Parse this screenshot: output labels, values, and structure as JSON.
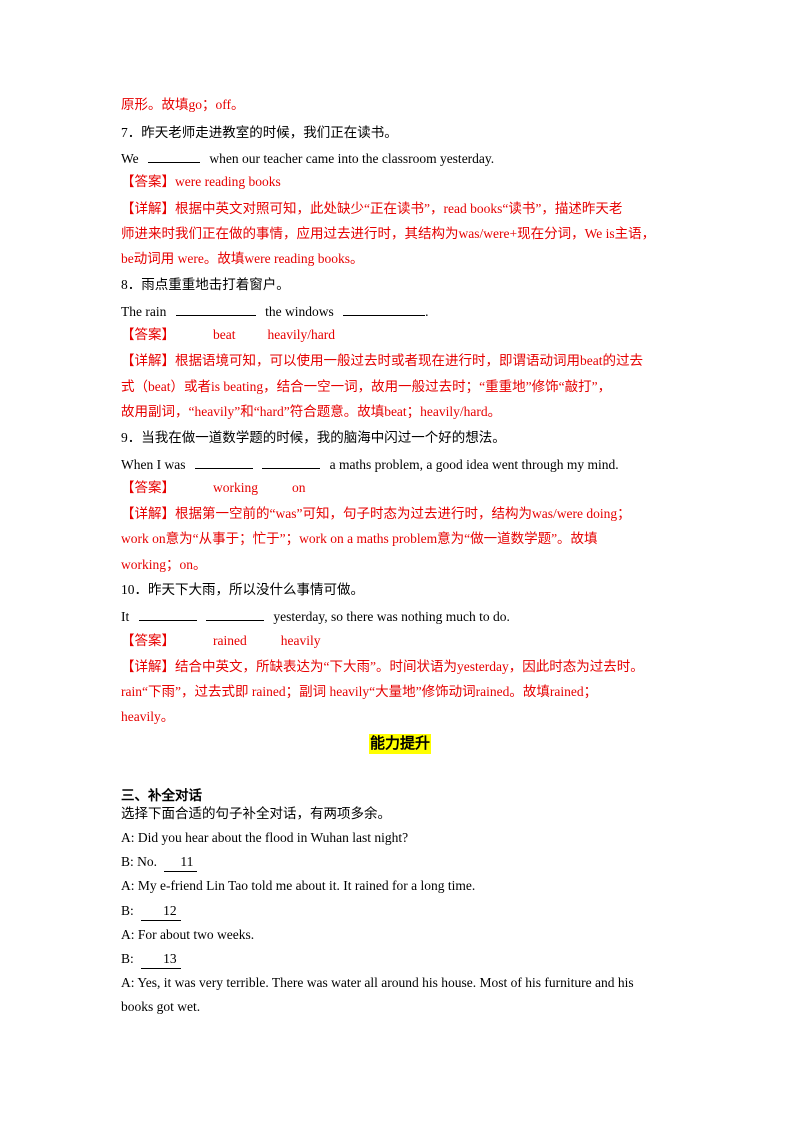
{
  "lines": {
    "l1": "原形。故填go；off。",
    "q7": "7．昨天老师走进教室的时候，我们正在读书。",
    "q7_en_a": "We",
    "q7_en_b": "when our teacher came into the classroom yesterday.",
    "q7_ans_tag": "【答案】",
    "q7_ans": "were reading books",
    "q7_d1": "【详解】根据中英文对照可知，此处缺少“正在读书”，read books“读书”，描述昨天老",
    "q7_d2": "师进来时我们正在做的事情，应用过去进行时，其结构为was/were+现在分词，We is主语，",
    "q7_d3": "be动词用 were。故填were reading books。",
    "q8": "8．雨点重重地击打着窗户。",
    "q8_en_a": "The rain",
    "q8_en_b": "the windows",
    "q8_en_c": ".",
    "q8_ans_tag": "【答案】",
    "q8_ans1": "beat",
    "q8_ans2": "heavily/hard",
    "q8_d1": "【详解】根据语境可知，可以使用一般过去时或者现在进行时，即谓语动词用beat的过去",
    "q8_d2": "式（beat）或者is beating，结合一空一词，故用一般过去时；“重重地”修饰“敲打”，",
    "q8_d3": "故用副词，“heavily”和“hard”符合题意。故填beat；heavily/hard。",
    "q9": "9．当我在做一道数学题的时候，我的脑海中闪过一个好的想法。",
    "q9_en_a": "When I was",
    "q9_en_b": "a maths problem, a good idea went through my mind.",
    "q9_ans_tag": "【答案】",
    "q9_ans1": "working",
    "q9_ans2": "on",
    "q9_d1": "【详解】根据第一空前的“was”可知，句子时态为过去进行时，结构为was/were doing；",
    "q9_d2": "work on意为“从事于；忙于”；work on a maths problem意为“做一道数学题”。故填",
    "q9_d3": "working；on。",
    "q10": "10．昨天下大雨，所以没什么事情可做。",
    "q10_en_a": "It",
    "q10_en_b": "yesterday, so there was nothing much to do.",
    "q10_ans_tag": "【答案】",
    "q10_ans1": "rained",
    "q10_ans2": "heavily",
    "q10_d1": "【详解】结合中英文，所缺表达为“下大雨”。时间状语为yesterday，因此时态为过去时。",
    "q10_d2": "rain“下雨”，过去式即 rained；副词 heavily“大量地”修饰动词rained。故填rained；",
    "q10_d3": "heavily。"
  },
  "section_title": "能力提升",
  "part3": {
    "heading": "三、补全对话",
    "instruction": "选择下面合适的句子补全对话，有两项多余。",
    "d1": "A: Did you hear about the flood in Wuhan last night?",
    "d2_pre": "B: No.",
    "d2_num": "11",
    "d3": "A: My e-friend Lin Tao told me about it. It rained for a long time.",
    "d4_pre": "B:",
    "d4_num": "12",
    "d5": "A: For about two weeks.",
    "d6_pre": "B:",
    "d6_num": "13",
    "d7": "A: Yes, it was very terrible. There was water all around his house. Most of his furniture and his",
    "d8": "books got wet."
  }
}
